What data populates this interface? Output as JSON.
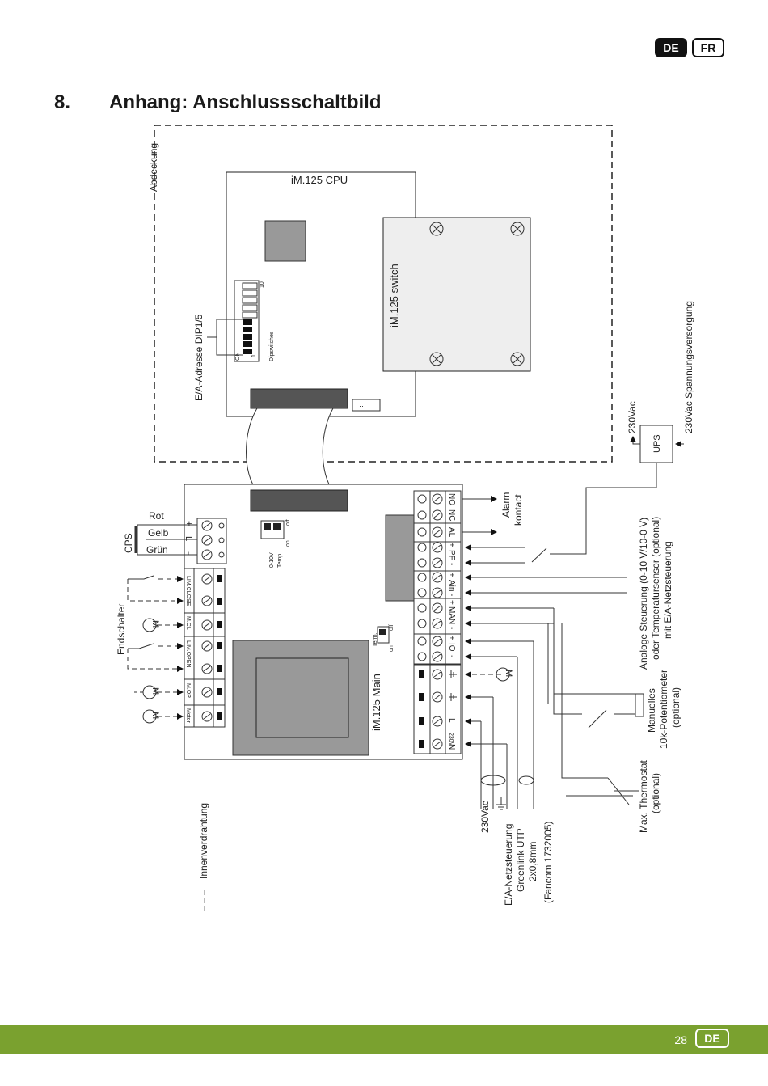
{
  "lang": {
    "de": "DE",
    "fr": "FR"
  },
  "heading": {
    "number": "8.",
    "title": "Anhang: Anschlussschaltbild"
  },
  "diagram": {
    "cover": "Abdeckung",
    "cpu_title": "iM.125 CPU",
    "switch_title": "iM.125 switch",
    "dip_address": "E/A-Adresse DIP1/5",
    "dip_label": "Dipswitches",
    "dip_on": "ON",
    "dip_first": "1",
    "dip_last": "10",
    "main_title": "iM.125 Main",
    "cps": "CPS",
    "rot": "Rot",
    "gelb": "Gelb",
    "gruen": "Grün",
    "plus": "+",
    "l": "L",
    "minus": "-",
    "lim_close": "LIM.CLOSE",
    "m_cl": "M.CL",
    "lim_open": "LIM.OPEN",
    "m_op": "M.OP",
    "motor": "Motor",
    "endschalter": "Endschalter",
    "motor_symbol": "M",
    "jumper_volt": "0-10V",
    "jumper_temp": "Temp.",
    "jumper_on": "on",
    "jumper_off": "off",
    "term": "Term.",
    "t_no": "NO",
    "t_nc": "NC",
    "t_al": "AL",
    "t_pf_plus": "+",
    "t_pf": "PF",
    "t_pf_minus": "-",
    "t_ain_plus": "+",
    "t_ain": "Ain",
    "t_ain_minus": "-",
    "t_man_plus": "+",
    "t_man": "MAN",
    "t_man_minus": "-",
    "t_io_plus": "+",
    "t_io": "IO",
    "t_io_minus": "-",
    "t_n": "N",
    "t_230v": "230V",
    "t_l": "L",
    "alarm_1": "Alarm",
    "alarm_2": "kontact",
    "v230": "230Vac",
    "ups": "UPS",
    "supply": "230Vac Spannungsversorgung",
    "analog_1": "Analoge Steuerung (0-10 V/10-0 V)",
    "analog_2": "oder Temperatursensor (optional)",
    "analog_3": "mit E/A-Netzsteuerung",
    "poti_1": "Manuelles",
    "poti_2": "10k-Potentiometer",
    "poti_3": "(optional)",
    "thermo_1": "Max. Thermostat",
    "thermo_2": "(optional)",
    "net_1": "E/A-Netzsteuerung",
    "net_2": "Greenlink UTP",
    "net_3": "2x0,8mm",
    "net_4": "(Fancom 1732005)",
    "inner_wiring": "Innenverdrahtung",
    "inner_dash": "– – –"
  },
  "footer": {
    "page": "28",
    "lang": "DE"
  }
}
